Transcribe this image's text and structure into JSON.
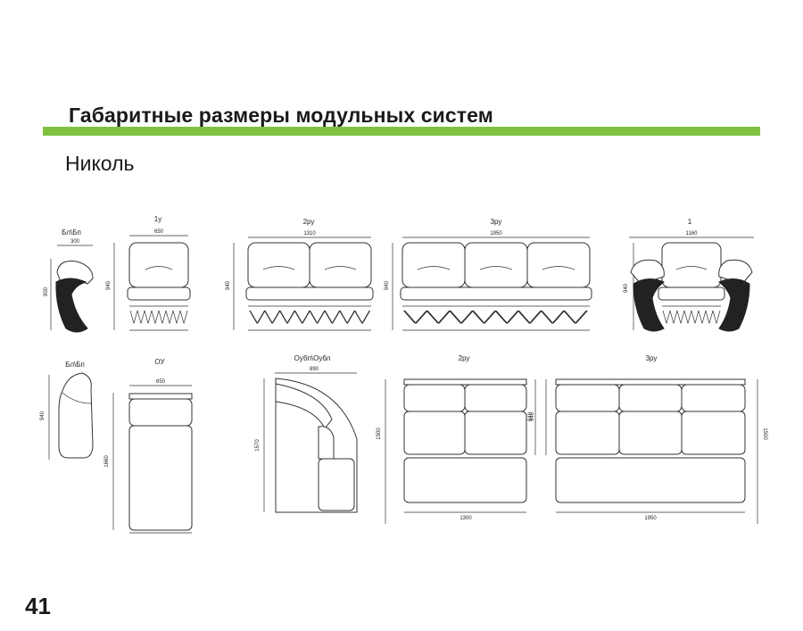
{
  "header": {
    "title": "Габаритные размеры модульных систем",
    "accent_color": "#7fc241"
  },
  "subtitle": "Николь",
  "page_number": "41",
  "modules": {
    "blbp_side": {
      "label": "Бл\\Бп",
      "width": "300",
      "height": "900"
    },
    "m1u": {
      "label": "1у",
      "width": "650",
      "height": "940"
    },
    "m2ru": {
      "label": "2ру",
      "width": "1310",
      "height": "940"
    },
    "m3ru": {
      "label": "3ру",
      "width": "1950",
      "height": "940"
    },
    "m1": {
      "label": "1",
      "width": "1160",
      "height": "940"
    },
    "blbp_top": {
      "label": "Бл\\Бп",
      "height": "940"
    },
    "ou": {
      "label": "ОУ",
      "width": "650",
      "height": "1660"
    },
    "oubl": {
      "label": "Оубп\\Оубл",
      "width": "890",
      "height": "1570"
    },
    "top2ru": {
      "label": "2ру",
      "width": "1300",
      "depth": "1500",
      "seat": "940"
    },
    "top3ru": {
      "label": "3ру",
      "width": "1950",
      "depth": "1500",
      "seat": "940"
    }
  }
}
